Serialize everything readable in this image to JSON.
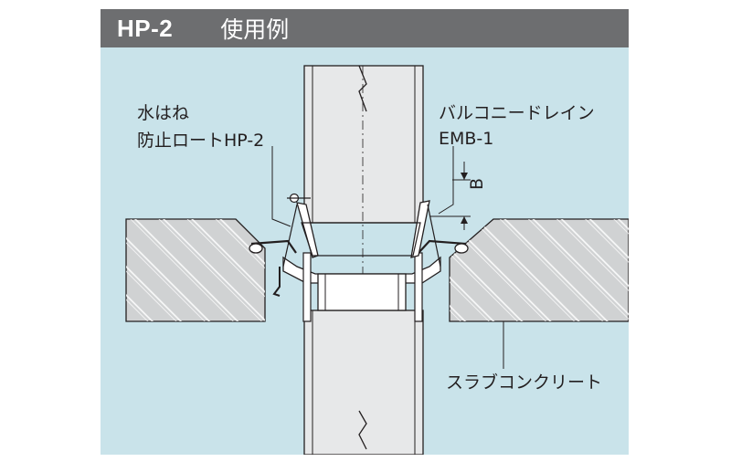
{
  "header": {
    "code": "HP-2",
    "title": "使用例"
  },
  "labels": {
    "product_line1": "水はね",
    "product_line2": "防止ロートHP-2",
    "drain_line1": "バルコニードレイン",
    "drain_line2": "EMB-1",
    "dimension": "B",
    "slab": "スラブコンクリート"
  },
  "colors": {
    "header_bg": "#6d6e70",
    "panel_bg": "#c9e3ea",
    "slab_fill": "#d0d2d3",
    "pipe_fill": "#e7e8e9",
    "line": "#231f20"
  }
}
